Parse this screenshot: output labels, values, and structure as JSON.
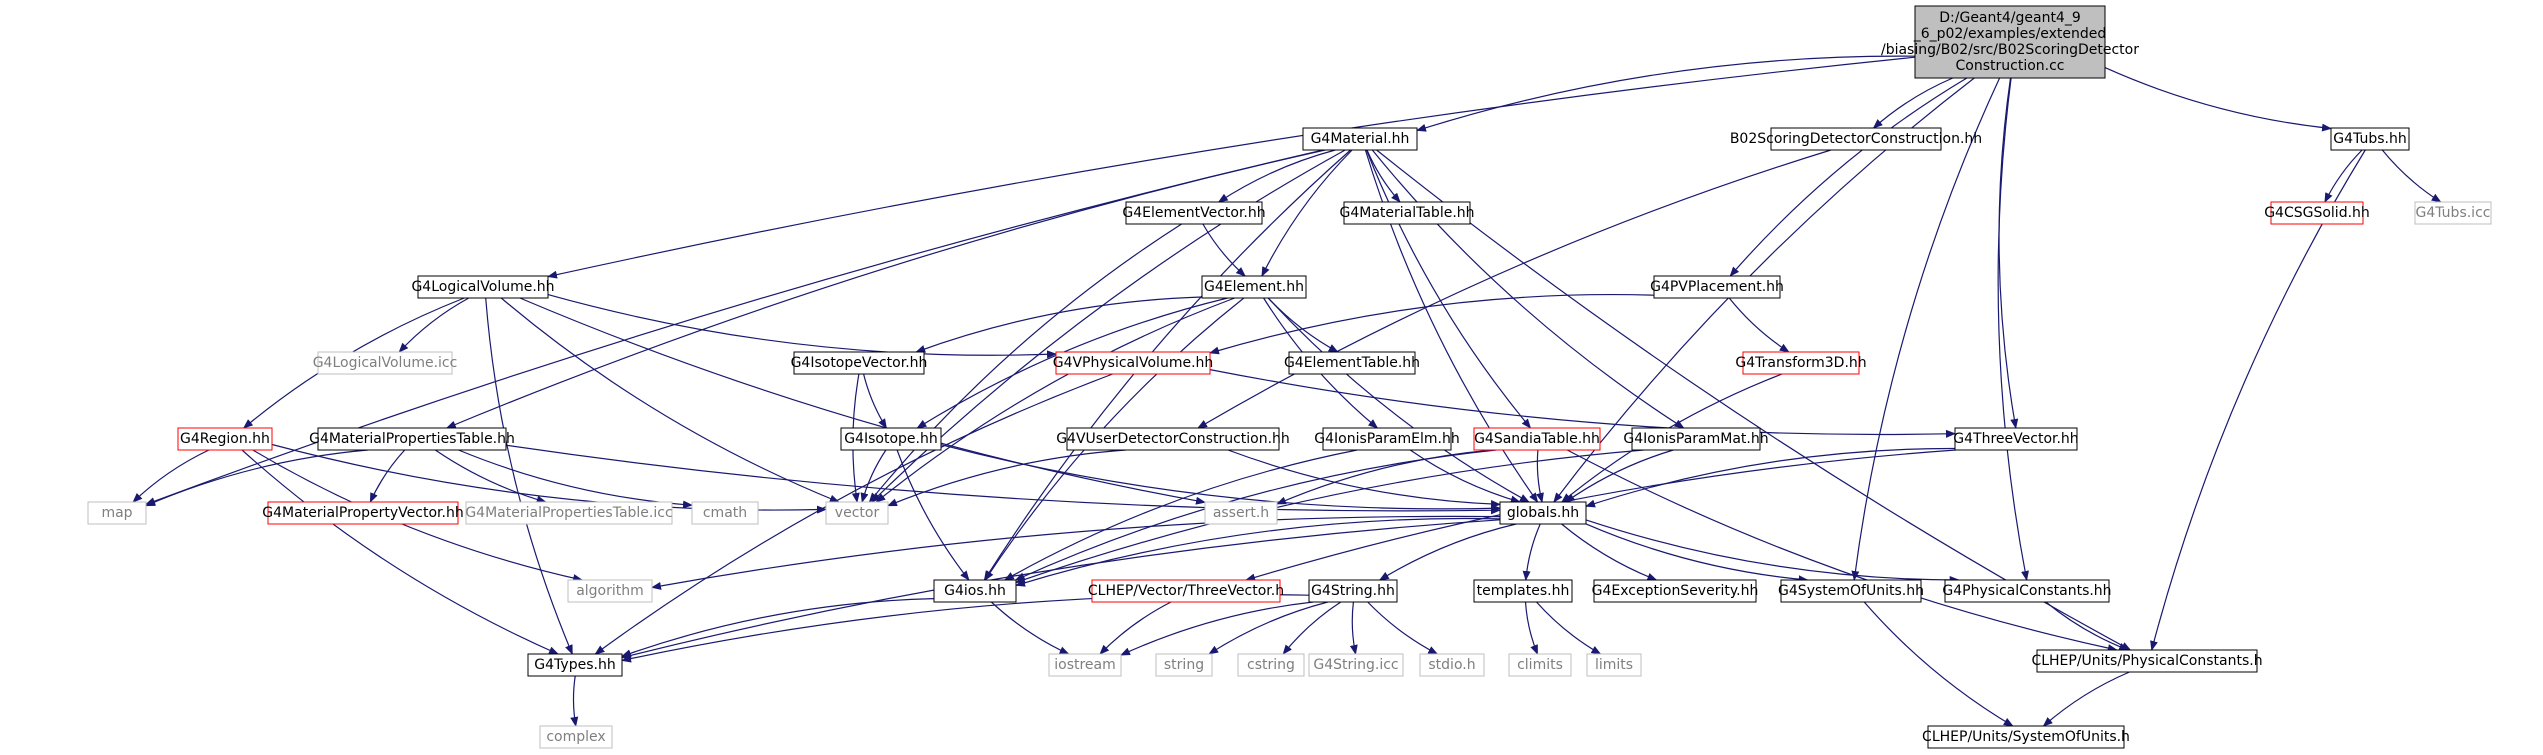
{
  "colors": {
    "edge": "#191970",
    "border_normal": "#000000",
    "border_red": "#ff0000",
    "border_gray": "#bfbfbf",
    "root_fill": "#bfbfbf",
    "node_fill": "#ffffff",
    "text": "#000000"
  },
  "nodes": [
    {
      "id": "root",
      "lines": [
        "D:/Geant4/geant4_9",
        "_6_p02/examples/extended",
        "/biasing/B02/src/B02ScoringDetector",
        "Construction.cc"
      ],
      "style": "root"
    },
    {
      "id": "g4material",
      "lines": [
        "G4Material.hh"
      ],
      "style": "normal"
    },
    {
      "id": "b02sdc",
      "lines": [
        "B02ScoringDetectorConstruction.hh"
      ],
      "style": "normal"
    },
    {
      "id": "g4tubs",
      "lines": [
        "G4Tubs.hh"
      ],
      "style": "normal"
    },
    {
      "id": "g4csgsolid",
      "lines": [
        "G4CSGSolid.hh"
      ],
      "style": "red"
    },
    {
      "id": "g4tubsicc",
      "lines": [
        "G4Tubs.icc"
      ],
      "style": "gray"
    },
    {
      "id": "g4elementvector",
      "lines": [
        "G4ElementVector.hh"
      ],
      "style": "normal"
    },
    {
      "id": "g4materialtable",
      "lines": [
        "G4MaterialTable.hh"
      ],
      "style": "normal"
    },
    {
      "id": "g4logicalvolume",
      "lines": [
        "G4LogicalVolume.hh"
      ],
      "style": "normal"
    },
    {
      "id": "g4element",
      "lines": [
        "G4Element.hh"
      ],
      "style": "normal"
    },
    {
      "id": "g4pvplacement",
      "lines": [
        "G4PVPlacement.hh"
      ],
      "style": "normal"
    },
    {
      "id": "g4logicalvolumeicc",
      "lines": [
        "G4LogicalVolume.icc"
      ],
      "style": "gray"
    },
    {
      "id": "g4isotopevector",
      "lines": [
        "G4IsotopeVector.hh"
      ],
      "style": "normal"
    },
    {
      "id": "g4vphysicalvolume",
      "lines": [
        "G4VPhysicalVolume.hh"
      ],
      "style": "red"
    },
    {
      "id": "g4elementtable",
      "lines": [
        "G4ElementTable.hh"
      ],
      "style": "normal"
    },
    {
      "id": "g4transform3d",
      "lines": [
        "G4Transform3D.hh"
      ],
      "style": "red"
    },
    {
      "id": "g4region",
      "lines": [
        "G4Region.hh"
      ],
      "style": "red"
    },
    {
      "id": "g4materialpropertiestable",
      "lines": [
        "G4MaterialPropertiesTable.hh"
      ],
      "style": "normal"
    },
    {
      "id": "g4isotope",
      "lines": [
        "G4Isotope.hh"
      ],
      "style": "normal"
    },
    {
      "id": "g4vuserdetectorconstruction",
      "lines": [
        "G4VUserDetectorConstruction.hh"
      ],
      "style": "normal"
    },
    {
      "id": "g4ionisparamelm",
      "lines": [
        "G4IonisParamElm.hh"
      ],
      "style": "normal"
    },
    {
      "id": "g4sandiatable",
      "lines": [
        "G4SandiaTable.hh"
      ],
      "style": "red"
    },
    {
      "id": "g4ionisparammat",
      "lines": [
        "G4IonisParamMat.hh"
      ],
      "style": "normal"
    },
    {
      "id": "g4threevector",
      "lines": [
        "G4ThreeVector.hh"
      ],
      "style": "normal"
    },
    {
      "id": "map",
      "lines": [
        "map"
      ],
      "style": "gray"
    },
    {
      "id": "g4materialpropertyvector",
      "lines": [
        "G4MaterialPropertyVector.hh"
      ],
      "style": "red"
    },
    {
      "id": "g4materialpropertiestableicc",
      "lines": [
        "G4MaterialPropertiesTable.icc"
      ],
      "style": "gray"
    },
    {
      "id": "cmath",
      "lines": [
        "cmath"
      ],
      "style": "gray"
    },
    {
      "id": "vector",
      "lines": [
        "vector"
      ],
      "style": "gray"
    },
    {
      "id": "asserth",
      "lines": [
        "assert.h"
      ],
      "style": "gray"
    },
    {
      "id": "globals",
      "lines": [
        "globals.hh"
      ],
      "style": "normal"
    },
    {
      "id": "algorithm",
      "lines": [
        "algorithm"
      ],
      "style": "gray"
    },
    {
      "id": "g4ios",
      "lines": [
        "G4ios.hh"
      ],
      "style": "normal"
    },
    {
      "id": "clhepthreevector",
      "lines": [
        "CLHEP/Vector/ThreeVector.h"
      ],
      "style": "red"
    },
    {
      "id": "g4string",
      "lines": [
        "G4String.hh"
      ],
      "style": "normal"
    },
    {
      "id": "templates",
      "lines": [
        "templates.hh"
      ],
      "style": "normal"
    },
    {
      "id": "g4exceptionseverity",
      "lines": [
        "G4ExceptionSeverity.hh"
      ],
      "style": "normal"
    },
    {
      "id": "g4systemofunits",
      "lines": [
        "G4SystemOfUnits.hh"
      ],
      "style": "normal"
    },
    {
      "id": "g4physicalconstants",
      "lines": [
        "G4PhysicalConstants.hh"
      ],
      "style": "normal"
    },
    {
      "id": "g4types",
      "lines": [
        "G4Types.hh"
      ],
      "style": "normal"
    },
    {
      "id": "iostream",
      "lines": [
        "iostream"
      ],
      "style": "gray"
    },
    {
      "id": "string",
      "lines": [
        "string"
      ],
      "style": "gray"
    },
    {
      "id": "cstring",
      "lines": [
        "cstring"
      ],
      "style": "gray"
    },
    {
      "id": "g4stringicc",
      "lines": [
        "G4String.icc"
      ],
      "style": "gray"
    },
    {
      "id": "stdioh",
      "lines": [
        "stdio.h"
      ],
      "style": "gray"
    },
    {
      "id": "climits",
      "lines": [
        "climits"
      ],
      "style": "gray"
    },
    {
      "id": "limits",
      "lines": [
        "limits"
      ],
      "style": "gray"
    },
    {
      "id": "clhepphysicalconstants",
      "lines": [
        "CLHEP/Units/PhysicalConstants.h"
      ],
      "style": "normal"
    },
    {
      "id": "complex",
      "lines": [
        "complex"
      ],
      "style": "gray"
    },
    {
      "id": "clhepsystemofunits",
      "lines": [
        "CLHEP/Units/SystemOfUnits.h"
      ],
      "style": "normal"
    }
  ],
  "edges": [
    [
      "root",
      "g4material"
    ],
    [
      "root",
      "b02sdc"
    ],
    [
      "root",
      "g4tubs"
    ],
    [
      "root",
      "g4logicalvolume"
    ],
    [
      "root",
      "g4pvplacement"
    ],
    [
      "root",
      "g4threevector"
    ],
    [
      "root",
      "globals"
    ],
    [
      "root",
      "g4systemofunits"
    ],
    [
      "root",
      "g4physicalconstants"
    ],
    [
      "g4material",
      "g4elementvector"
    ],
    [
      "g4material",
      "g4materialtable"
    ],
    [
      "g4material",
      "g4element"
    ],
    [
      "g4material",
      "g4sandiatable"
    ],
    [
      "g4material",
      "g4ionisparammat"
    ],
    [
      "g4material",
      "g4materialpropertiestable"
    ],
    [
      "g4material",
      "map"
    ],
    [
      "g4material",
      "vector"
    ],
    [
      "g4material",
      "g4ios"
    ],
    [
      "g4material",
      "globals"
    ],
    [
      "g4material",
      "clhepphysicalconstants"
    ],
    [
      "b02sdc",
      "g4vuserdetectorconstruction"
    ],
    [
      "g4tubs",
      "g4csgsolid"
    ],
    [
      "g4tubs",
      "g4tubsicc"
    ],
    [
      "g4tubs",
      "clhepphysicalconstants"
    ],
    [
      "g4elementvector",
      "g4element"
    ],
    [
      "g4elementvector",
      "vector"
    ],
    [
      "g4element",
      "g4isotopevector"
    ],
    [
      "g4element",
      "g4isotope"
    ],
    [
      "g4element",
      "g4elementtable"
    ],
    [
      "g4element",
      "g4ionisparamelm"
    ],
    [
      "g4element",
      "vector"
    ],
    [
      "g4element",
      "g4ios"
    ],
    [
      "g4element",
      "globals"
    ],
    [
      "g4logicalvolume",
      "g4logicalvolumeicc"
    ],
    [
      "g4logicalvolume",
      "g4vphysicalvolume"
    ],
    [
      "g4logicalvolume",
      "g4region"
    ],
    [
      "g4logicalvolume",
      "vector"
    ],
    [
      "g4logicalvolume",
      "asserth"
    ],
    [
      "g4logicalvolume",
      "g4types"
    ],
    [
      "g4pvplacement",
      "g4vphysicalvolume"
    ],
    [
      "g4pvplacement",
      "g4transform3d"
    ],
    [
      "g4transform3d",
      "globals"
    ],
    [
      "g4vphysicalvolume",
      "g4threevector"
    ],
    [
      "g4vphysicalvolume",
      "g4types"
    ],
    [
      "g4isotopevector",
      "g4isotope"
    ],
    [
      "g4isotopevector",
      "vector"
    ],
    [
      "g4isotope",
      "vector"
    ],
    [
      "g4isotope",
      "g4ios"
    ],
    [
      "g4isotope",
      "globals"
    ],
    [
      "g4region",
      "map"
    ],
    [
      "g4region",
      "vector"
    ],
    [
      "g4region",
      "algorithm"
    ],
    [
      "g4region",
      "g4types"
    ],
    [
      "g4materialpropertiestable",
      "map"
    ],
    [
      "g4materialpropertiestable",
      "g4materialpropertyvector"
    ],
    [
      "g4materialpropertiestable",
      "g4materialpropertiestableicc"
    ],
    [
      "g4materialpropertiestable",
      "cmath"
    ],
    [
      "g4materialpropertiestable",
      "globals"
    ],
    [
      "g4vuserdetectorconstruction",
      "vector"
    ],
    [
      "g4vuserdetectorconstruction",
      "globals"
    ],
    [
      "g4ionisparamelm",
      "globals"
    ],
    [
      "g4ionisparamelm",
      "g4ios"
    ],
    [
      "g4sandiatable",
      "asserth"
    ],
    [
      "g4sandiatable",
      "globals"
    ],
    [
      "g4sandiatable",
      "g4ios"
    ],
    [
      "g4sandiatable",
      "clhepphysicalconstants"
    ],
    [
      "g4ionisparammat",
      "globals"
    ],
    [
      "g4ionisparammat",
      "g4ios"
    ],
    [
      "g4threevector",
      "globals"
    ],
    [
      "g4threevector",
      "clhepthreevector"
    ],
    [
      "globals",
      "algorithm"
    ],
    [
      "globals",
      "g4ios"
    ],
    [
      "globals",
      "g4string"
    ],
    [
      "globals",
      "templates"
    ],
    [
      "globals",
      "g4exceptionseverity"
    ],
    [
      "globals",
      "g4systemofunits"
    ],
    [
      "globals",
      "g4physicalconstants"
    ],
    [
      "globals",
      "g4types"
    ],
    [
      "g4ios",
      "iostream"
    ],
    [
      "g4ios",
      "g4types"
    ],
    [
      "clhepthreevector",
      "iostream"
    ],
    [
      "g4string",
      "g4types"
    ],
    [
      "g4string",
      "iostream"
    ],
    [
      "g4string",
      "string"
    ],
    [
      "g4string",
      "cstring"
    ],
    [
      "g4string",
      "g4stringicc"
    ],
    [
      "g4string",
      "stdioh"
    ],
    [
      "templates",
      "climits"
    ],
    [
      "templates",
      "limits"
    ],
    [
      "g4systemofunits",
      "clhepsystemofunits"
    ],
    [
      "g4physicalconstants",
      "clhepphysicalconstants"
    ],
    [
      "clhepphysicalconstants",
      "clhepsystemofunits"
    ],
    [
      "g4types",
      "complex"
    ]
  ]
}
